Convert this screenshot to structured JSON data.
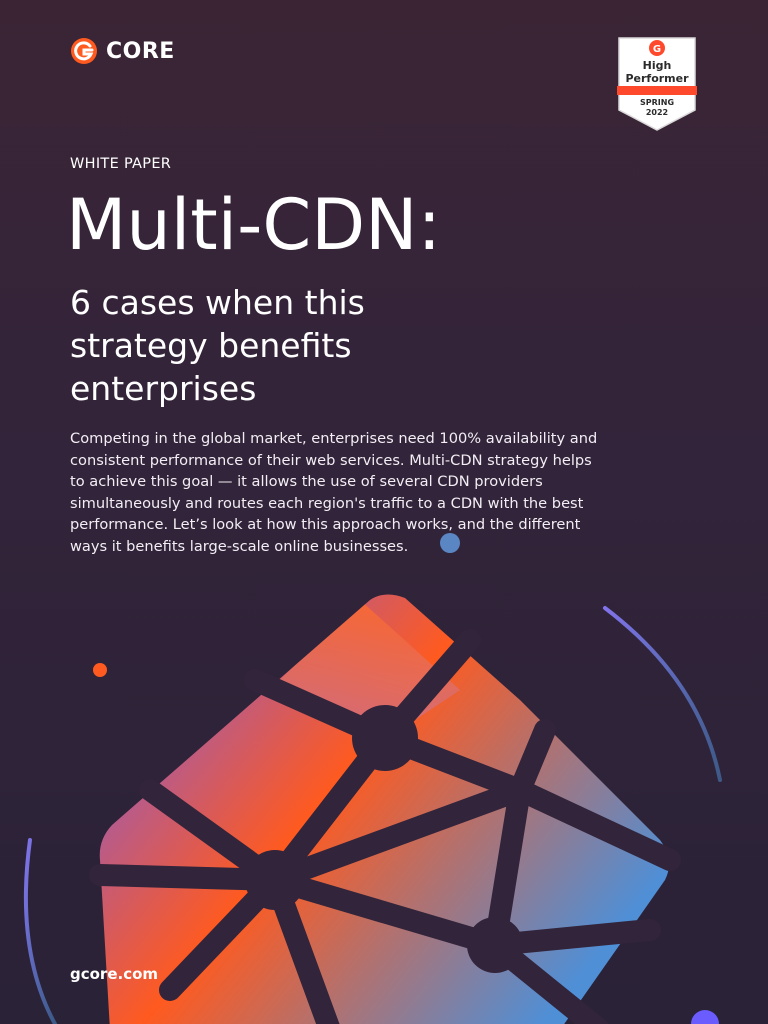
{
  "brand": {
    "name": "CORE",
    "logo_icon": "g-swirl-logo-icon",
    "accent": "#ff5a1f"
  },
  "badge": {
    "icon": "g2-icon",
    "line1": "High",
    "line2": "Performer",
    "season": "SPRING",
    "year": "2022",
    "ribbon_color": "#ff492c"
  },
  "eyebrow": "WHITE PAPER",
  "title": "Multi-CDN:",
  "subtitle": "6 cases when this strategy benefits enterprises",
  "body": "Competing in the global market, enterprises need 100% availability and consistent performance of their web services. Multi-CDN strategy helps to achieve this goal — it allows the use of several CDN providers simultaneously and routes each region's traffic to a CDN with the best performance. Let’s look at how this approach works, and the different ways it benefits large-scale online businesses.",
  "footer_url": "gcore.com",
  "colors": {
    "background": "#33243a",
    "orange": "#ff5a1f",
    "purple": "#6a5cff",
    "blue": "#4f8fd6"
  }
}
